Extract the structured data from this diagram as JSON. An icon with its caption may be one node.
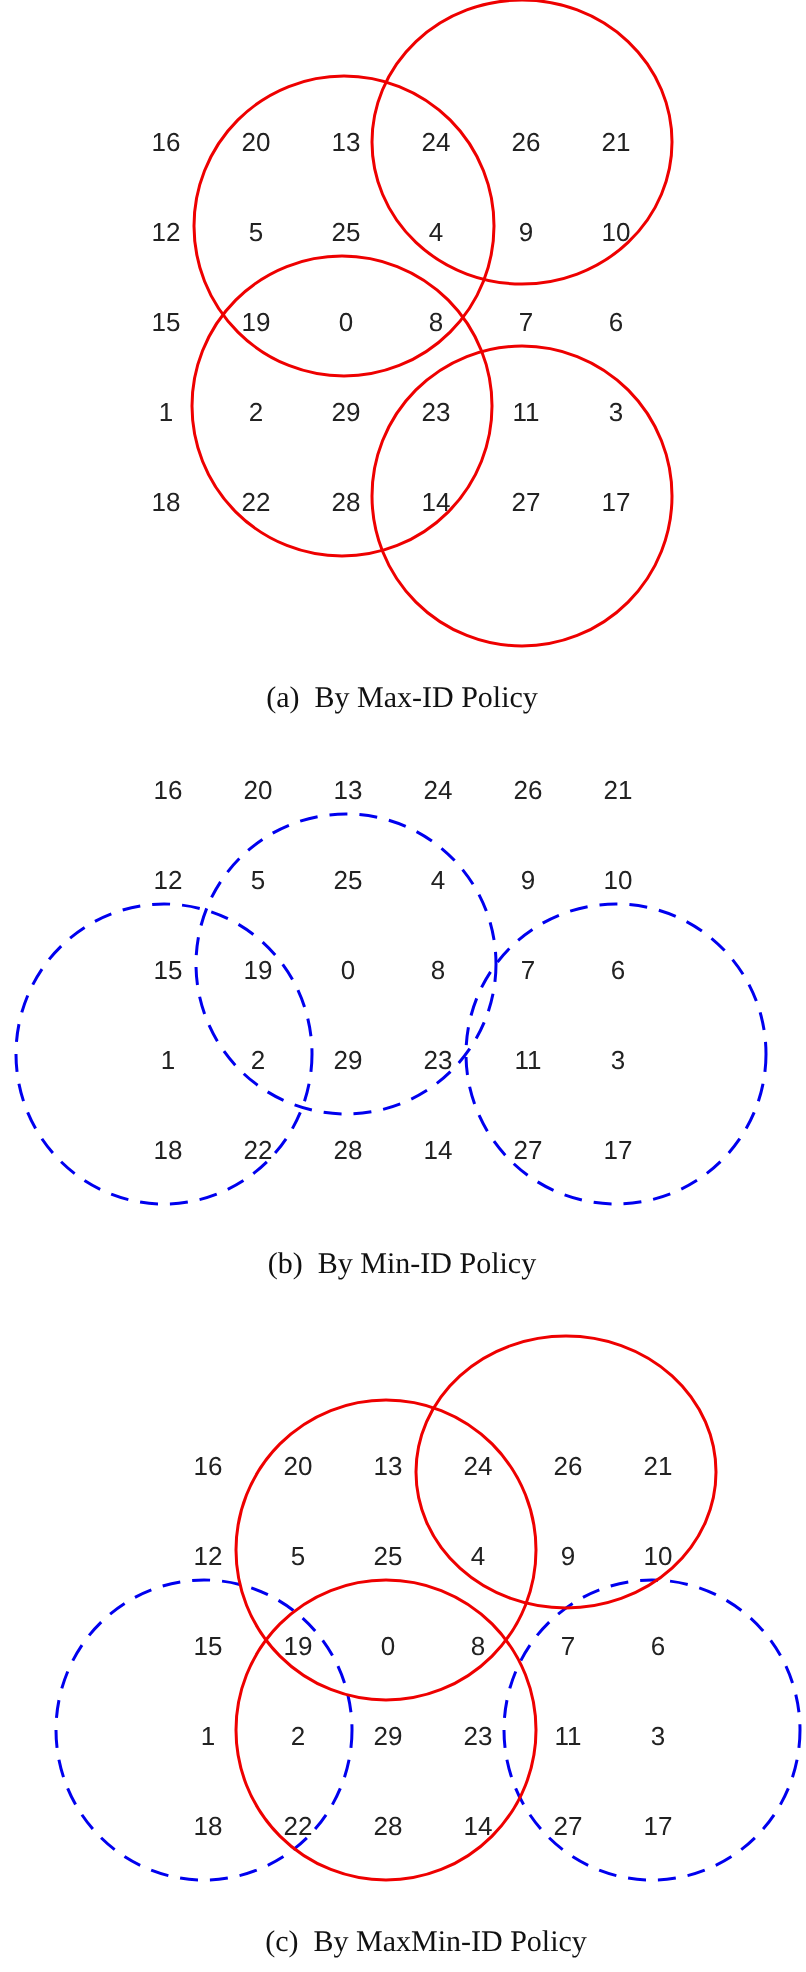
{
  "diagram": {
    "labels": [
      "16",
      "20",
      "13",
      "24",
      "26",
      "21",
      "12",
      "5",
      "25",
      "4",
      "9",
      "10",
      "15",
      "19",
      "0",
      "8",
      "7",
      "6",
      "1",
      "2",
      "29",
      "23",
      "11",
      "3",
      "18",
      "22",
      "28",
      "14",
      "27",
      "17",
      "(a)  By Max-ID Policy",
      "16",
      "20",
      "13",
      "24",
      "26",
      "21",
      "12",
      "5",
      "25",
      "4",
      "9",
      "10",
      "15",
      "19",
      "0",
      "8",
      "7",
      "6",
      "1",
      "2",
      "29",
      "23",
      "11",
      "3",
      "18",
      "22",
      "28",
      "14",
      "27",
      "17",
      "(b)  By Min-ID Policy",
      "16",
      "20",
      "13",
      "24",
      "26",
      "21",
      "12",
      "5",
      "25",
      "4",
      "9",
      "10",
      "15",
      "19",
      "0",
      "8",
      "7",
      "6",
      "1",
      "2",
      "29",
      "23",
      "11",
      "3",
      "18",
      "22",
      "28",
      "14",
      "27",
      "17",
      "(c)  By MaxMin-ID Policy"
    ]
  }
}
